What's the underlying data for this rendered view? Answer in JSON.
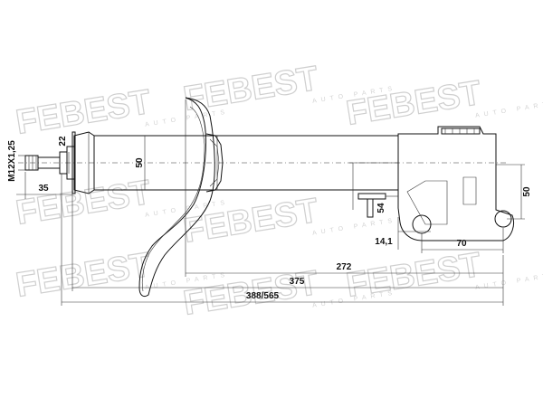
{
  "watermark": {
    "brand": "FEBEST",
    "tagline": "AUTO PARTS"
  },
  "dimensions": {
    "thread": "M12X1,25",
    "d22": "22",
    "d35": "35",
    "d50_body": "50",
    "d50_bracket": "50",
    "d54": "54",
    "d141": "14,1",
    "d70": "70",
    "d272": "272",
    "d375": "375",
    "d388": "388/565"
  }
}
